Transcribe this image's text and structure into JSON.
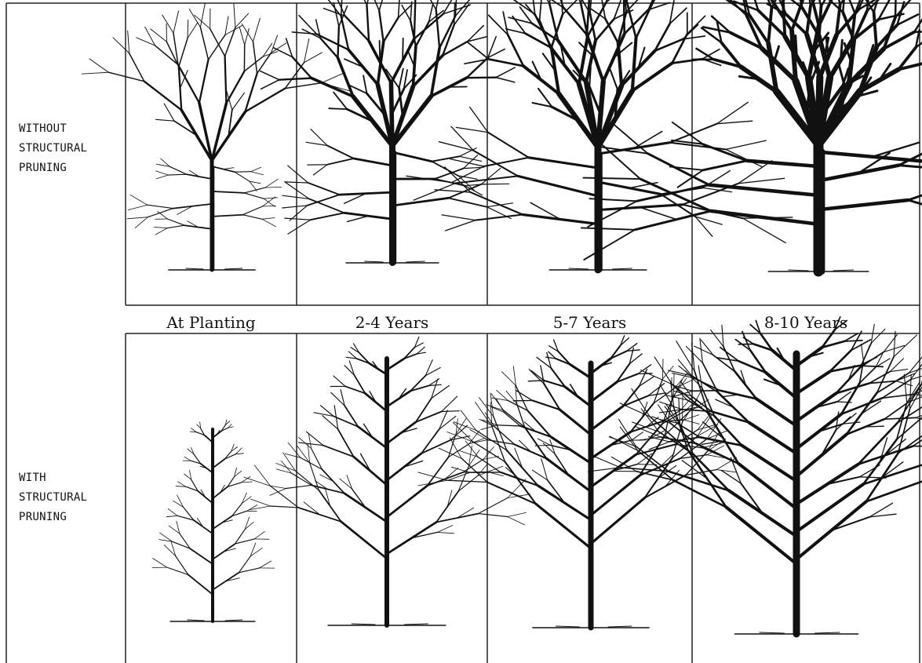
{
  "rows": [
    {
      "label_lines": [
        "WITHOUT",
        "STRUCTURAL",
        "PRUNING"
      ]
    },
    {
      "label_lines": [
        "WITH",
        "STRUCTURAL",
        "PRUNING"
      ]
    }
  ],
  "stages": [
    "At Planting",
    "2-4 Years",
    "5-7 Years",
    "8-10 Years"
  ],
  "colors": {
    "ink": "#111111",
    "grid": "#222222",
    "background": "#ffffff"
  }
}
